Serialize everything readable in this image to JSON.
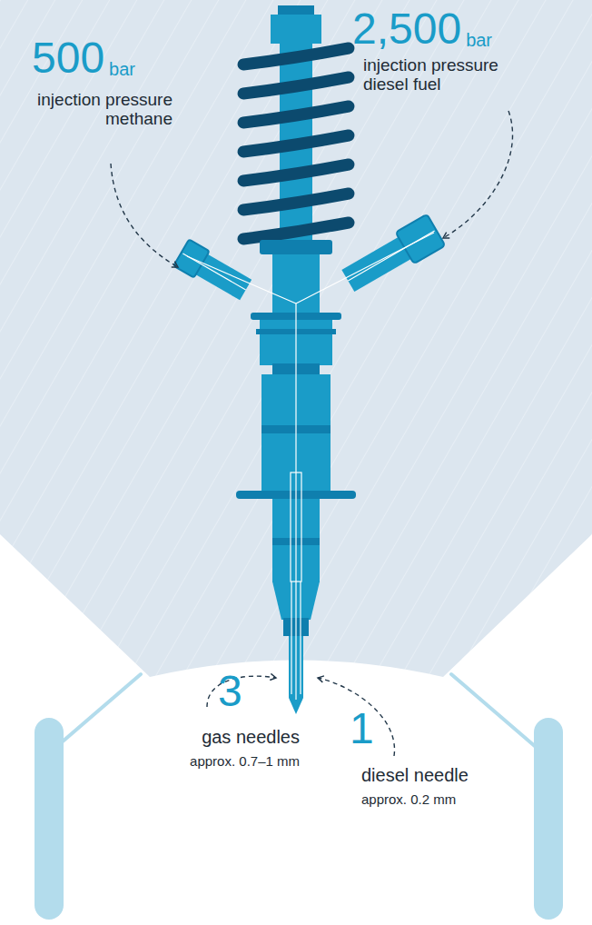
{
  "diagram": {
    "labels": [
      "500",
      "bar",
      "injection pressure methane",
      "2,500",
      "bar",
      "injection pressure diesel fuel",
      "3",
      "gas needles",
      "approx. 0.7–1 mm",
      "1",
      "diesel needle",
      "approx. 0.2 mm"
    ]
  }
}
